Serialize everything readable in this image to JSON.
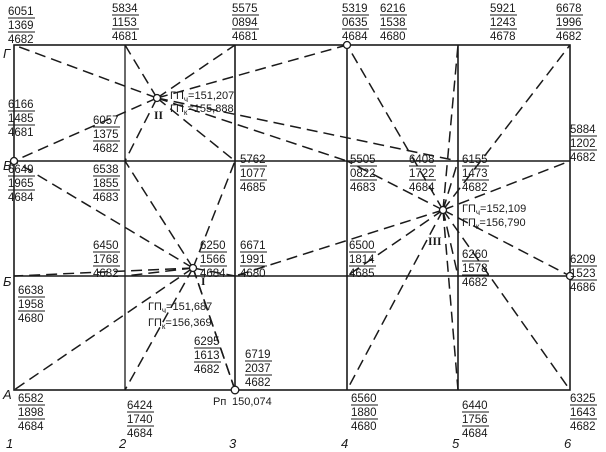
{
  "corners": [
    {
      "id": "G1",
      "top": "6051",
      "mid": "1369",
      "bot": "4682"
    },
    {
      "id": "G2",
      "top": "5834",
      "mid": "1153",
      "bot": "4681"
    },
    {
      "id": "G3",
      "top": "5575",
      "mid": "0894",
      "bot": "4681"
    },
    {
      "id": "G4a",
      "top": "5319",
      "mid": "0635",
      "bot": "4684"
    },
    {
      "id": "G4b",
      "top": "6216",
      "mid": "1538",
      "bot": "4680"
    },
    {
      "id": "G5",
      "top": "5921",
      "mid": "1243",
      "bot": "4678"
    },
    {
      "id": "G6",
      "top": "6678",
      "mid": "1996",
      "bot": "4682"
    },
    {
      "id": "Gb1",
      "top": "6166",
      "mid": "1485",
      "bot": "4681"
    },
    {
      "id": "Gb2",
      "top": "6057",
      "mid": "1375",
      "bot": "4682"
    },
    {
      "id": "V1",
      "top": "6649",
      "mid": "1965",
      "bot": "4684"
    },
    {
      "id": "V2",
      "top": "6538",
      "mid": "1855",
      "bot": "4683"
    },
    {
      "id": "V3",
      "top": "5762",
      "mid": "1077",
      "bot": "4685"
    },
    {
      "id": "V4",
      "top": "5505",
      "mid": "0822",
      "bot": "4683"
    },
    {
      "id": "V4b",
      "top": "6408",
      "mid": "1722",
      "bot": "4684"
    },
    {
      "id": "V5",
      "top": "6155",
      "mid": "1473",
      "bot": "4682"
    },
    {
      "id": "V6",
      "top": "5884",
      "mid": "1202",
      "bot": "4682"
    },
    {
      "id": "Bt2",
      "top": "6450",
      "mid": "1768",
      "bot": "4682"
    },
    {
      "id": "Bt3",
      "top": "6250",
      "mid": "1566",
      "bot": "4684"
    },
    {
      "id": "Bt3b",
      "top": "6671",
      "mid": "1991",
      "bot": "4680"
    },
    {
      "id": "Bt4",
      "top": "6500",
      "mid": "1814",
      "bot": "4685"
    },
    {
      "id": "Bt5",
      "top": "6260",
      "mid": "1578",
      "bot": "4682"
    },
    {
      "id": "B6",
      "top": "6209",
      "mid": "1523",
      "bot": "4686"
    },
    {
      "id": "B1",
      "top": "6638",
      "mid": "1958",
      "bot": "4680"
    },
    {
      "id": "At3",
      "top": "6295",
      "mid": "1613",
      "bot": "4682"
    },
    {
      "id": "At3b",
      "top": "6719",
      "mid": "2037",
      "bot": "4682"
    },
    {
      "id": "A1",
      "top": "6582",
      "mid": "1898",
      "bot": "4684"
    },
    {
      "id": "A2",
      "top": "6424",
      "mid": "1740",
      "bot": "4684"
    },
    {
      "id": "A4",
      "top": "6560",
      "mid": "1880",
      "bot": "4680"
    },
    {
      "id": "A5",
      "top": "6440",
      "mid": "1756",
      "bot": "4684"
    },
    {
      "id": "A6",
      "top": "6325",
      "mid": "1643",
      "bot": "4682"
    }
  ],
  "row_labels": [
    "Г",
    "В",
    "Б",
    "А"
  ],
  "col_labels": [
    "1",
    "2",
    "3",
    "4",
    "5",
    "6"
  ],
  "stations": [
    {
      "id": "II",
      "label": "II",
      "gp_ch": "151,207",
      "gp_k": "155,888"
    },
    {
      "id": "III",
      "label": "III",
      "gp_ch": "152,109",
      "gp_k": "156,790"
    },
    {
      "id": "I",
      "label": "I",
      "gp_ch": "151,687",
      "gp_k": "156,369"
    }
  ],
  "benchmark": {
    "label": "Рп",
    "value": "150,074"
  },
  "gp_prefix": "ГП",
  "sub_ch": "ч",
  "sub_k": "к",
  "eq": "="
}
